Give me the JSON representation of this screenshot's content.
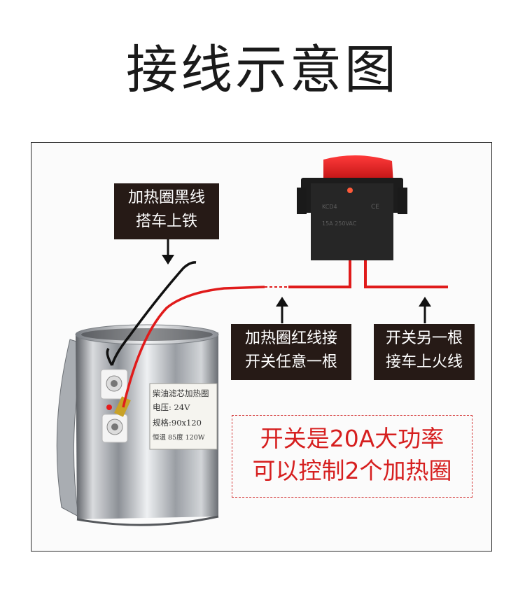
{
  "title": "接线示意图",
  "labels": {
    "black_wire": {
      "line1": "加热圈黑线",
      "line2": "搭车上铁"
    },
    "red_wire": {
      "line1": "加热圈红线接",
      "line2": "开关任意一根"
    },
    "switch_other": {
      "line1": "开关另一根",
      "line2": "接车上火线"
    }
  },
  "note": {
    "line1": "开关是20A大功率",
    "line2": "可以控制2个加热圈"
  },
  "heater_sticker": {
    "name": "柴油滤芯加热圈",
    "voltage": "电压:  24V",
    "spec": "规格:90x120",
    "temp": "恒温 85度  120W"
  },
  "switch_marks": {
    "model": "KCD4",
    "rating": "15A 250VAC",
    "ce": "CE"
  },
  "colors": {
    "wire_red": "#e01b1b",
    "wire_black": "#111111",
    "label_bg": "#261a16",
    "note_red": "#d61f1f"
  }
}
